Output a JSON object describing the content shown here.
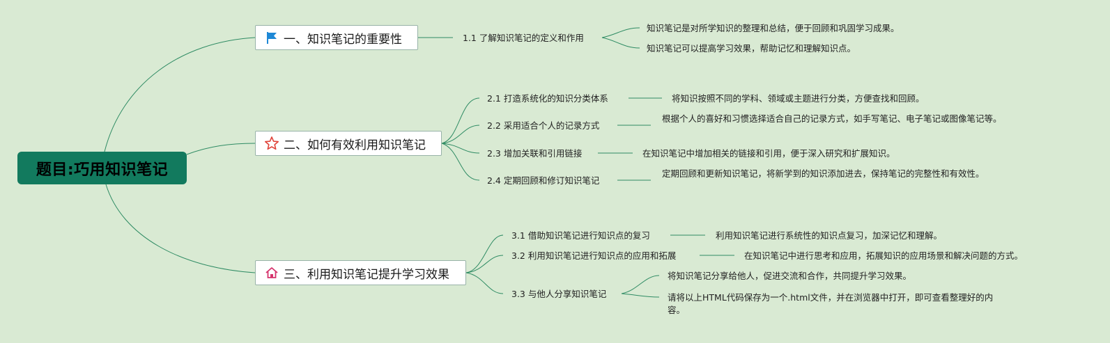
{
  "root": {
    "title": "题目:巧用知识笔记"
  },
  "branches": [
    {
      "label": "一、知识笔记的重要性",
      "icon": "flag-icon",
      "color": "#1e88d6",
      "subs": [
        {
          "label": "1.1 了解知识笔记的定义和作用",
          "details": [
            "知识笔记是对所学知识的整理和总结，便于回顾和巩固学习成果。",
            "知识笔记可以提高学习效果，帮助记忆和理解知识点。"
          ]
        }
      ]
    },
    {
      "label": "二、如何有效利用知识笔记",
      "icon": "star-icon",
      "color": "#e0443a",
      "subs": [
        {
          "label": "2.1 打造系统化的知识分类体系",
          "details": [
            "将知识按照不同的学科、领域或主题进行分类，方便查找和回顾。"
          ]
        },
        {
          "label": "2.2 采用适合个人的记录方式",
          "details": [
            "根据个人的喜好和习惯选择适合自己的记录方式，如手写笔记、电子笔记或图像笔记等。"
          ]
        },
        {
          "label": "2.3 增加关联和引用链接",
          "details": [
            "在知识笔记中增加相关的链接和引用，便于深入研究和扩展知识。"
          ]
        },
        {
          "label": "2.4 定期回顾和修订知识笔记",
          "details": [
            "定期回顾和更新知识笔记，将新学到的知识添加进去，保持笔记的完整性和有效性。"
          ]
        }
      ]
    },
    {
      "label": "三、利用知识笔记提升学习效果",
      "icon": "home-icon",
      "color": "#d6336c",
      "subs": [
        {
          "label": "3.1 借助知识笔记进行知识点的复习",
          "details": [
            "利用知识笔记进行系统性的知识点复习，加深记忆和理解。"
          ]
        },
        {
          "label": "3.2 利用知识笔记进行知识点的应用和拓展",
          "details": [
            "在知识笔记中进行思考和应用，拓展知识的应用场景和解决问题的方式。"
          ]
        },
        {
          "label": "3.3 与他人分享知识笔记",
          "details": [
            "将知识笔记分享给他人，促进交流和合作，共同提升学习效果。",
            "请将以上HTML代码保存为一个.html文件，并在浏览器中打开，即可查看整理好的内容。"
          ]
        }
      ]
    }
  ]
}
